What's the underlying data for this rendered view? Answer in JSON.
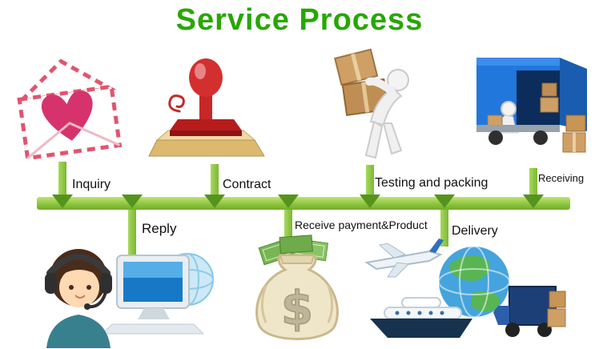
{
  "title": "Service Process",
  "colors": {
    "title_green": "#27a702",
    "band_green": "#8cc63f",
    "arrow_dark_green": "#55941c",
    "label_text": "#101010"
  },
  "steps_top": [
    {
      "label": "Inquiry",
      "icon": "envelope-heart"
    },
    {
      "label": "Contract",
      "icon": "rubber-stamp"
    },
    {
      "label": "Testing and packing",
      "icon": "worker-carrying-boxes"
    },
    {
      "label": "Receiving",
      "icon": "truck-unloading"
    }
  ],
  "steps_bottom": [
    {
      "label": "Reply",
      "icon": "customer-support-agent"
    },
    {
      "label": "Receive payment&Product",
      "icon": "money-bag"
    },
    {
      "label": "Delivery",
      "icon": "global-logistics"
    }
  ],
  "icons": {
    "money_symbol": "$"
  }
}
